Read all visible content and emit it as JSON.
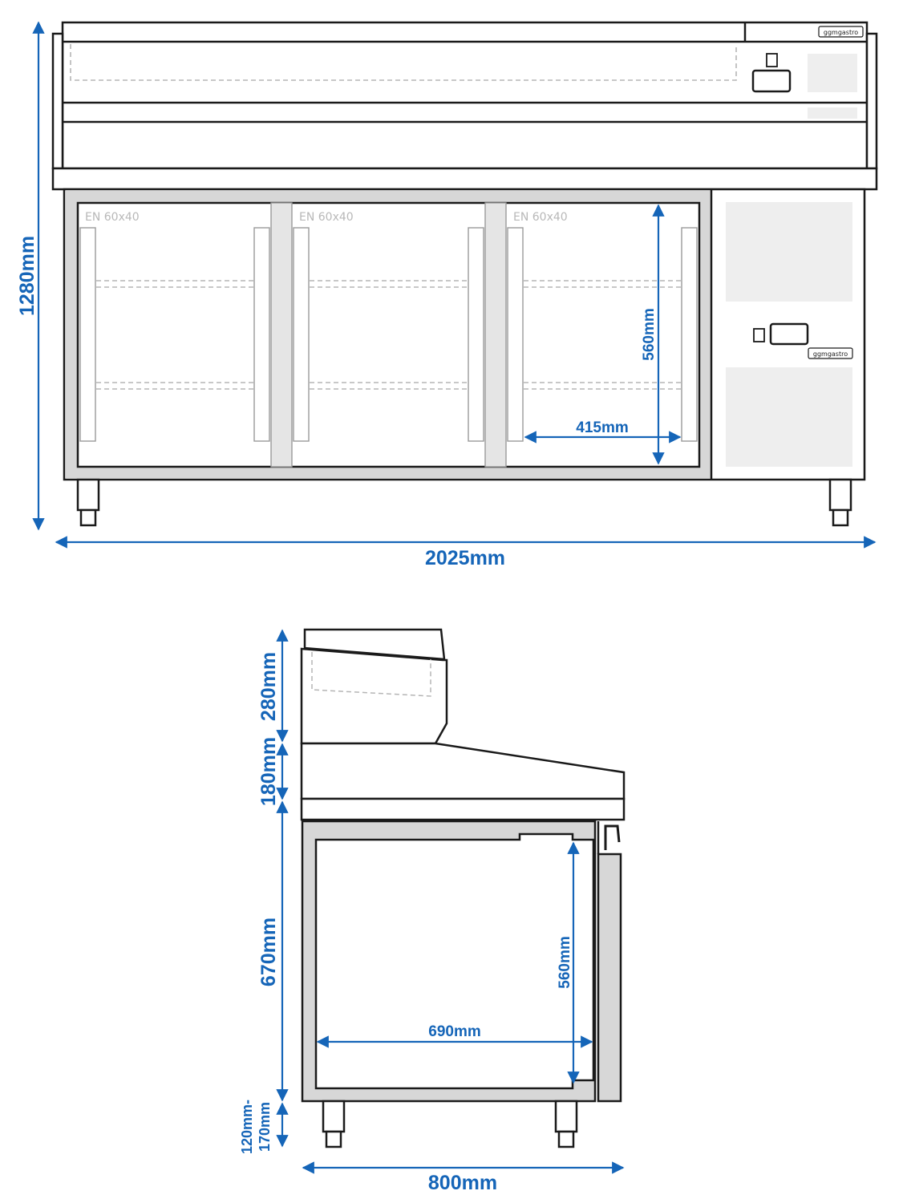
{
  "brand": "ggmgastro",
  "colors": {
    "dimension": "#1565b8",
    "outline": "#1a1a1a",
    "panel": "#d7d7d7",
    "panel_light": "#eeeeee",
    "hidden_line": "#b5b5b5"
  },
  "front_view": {
    "compartment_labels": [
      "EN 60x40",
      "EN 60x40",
      "EN 60x40"
    ],
    "dims": {
      "height": "1280mm",
      "width": "2025mm",
      "inner_height": "560mm",
      "inner_width": "415mm"
    }
  },
  "side_view": {
    "dims": {
      "top_section": "280mm",
      "middle_section": "180mm",
      "cabinet": "670mm",
      "legs_line1": "120mm-",
      "legs_line2": "170mm",
      "depth": "800mm",
      "inner_depth": "690mm",
      "inner_height": "560mm"
    }
  }
}
